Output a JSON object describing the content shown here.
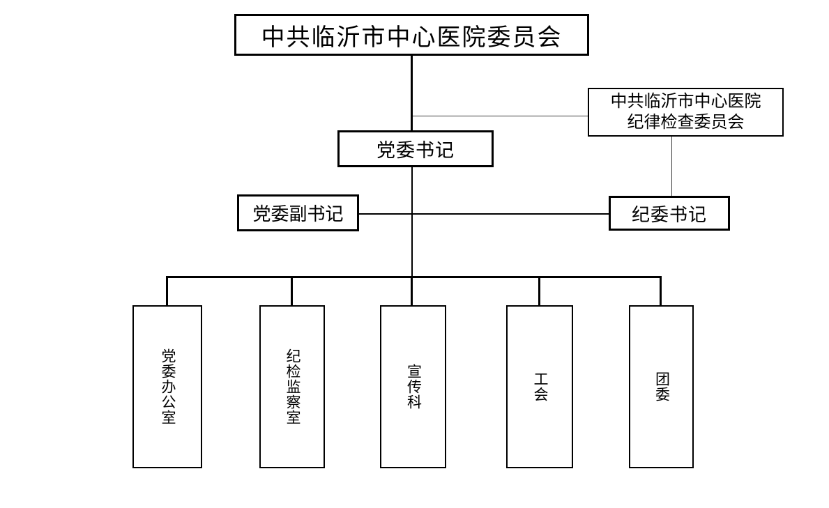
{
  "diagram": {
    "committee": "中共临沂市中心医院委员会",
    "discipline_committee": {
      "line1": "中共临沂市中心医院",
      "line2": "纪律检查委员会"
    },
    "party_secretary": "党委书记",
    "deputy_party_secretary": "党委副书记",
    "discipline_secretary": "纪委书记",
    "departments": [
      "党委办公室",
      "纪检监察室",
      "宣传科",
      "工会",
      "团委"
    ]
  },
  "colors": {
    "background": "#ffffff",
    "border": "#000000",
    "text": "#000000",
    "thin_connector": "#3d3d3d"
  }
}
